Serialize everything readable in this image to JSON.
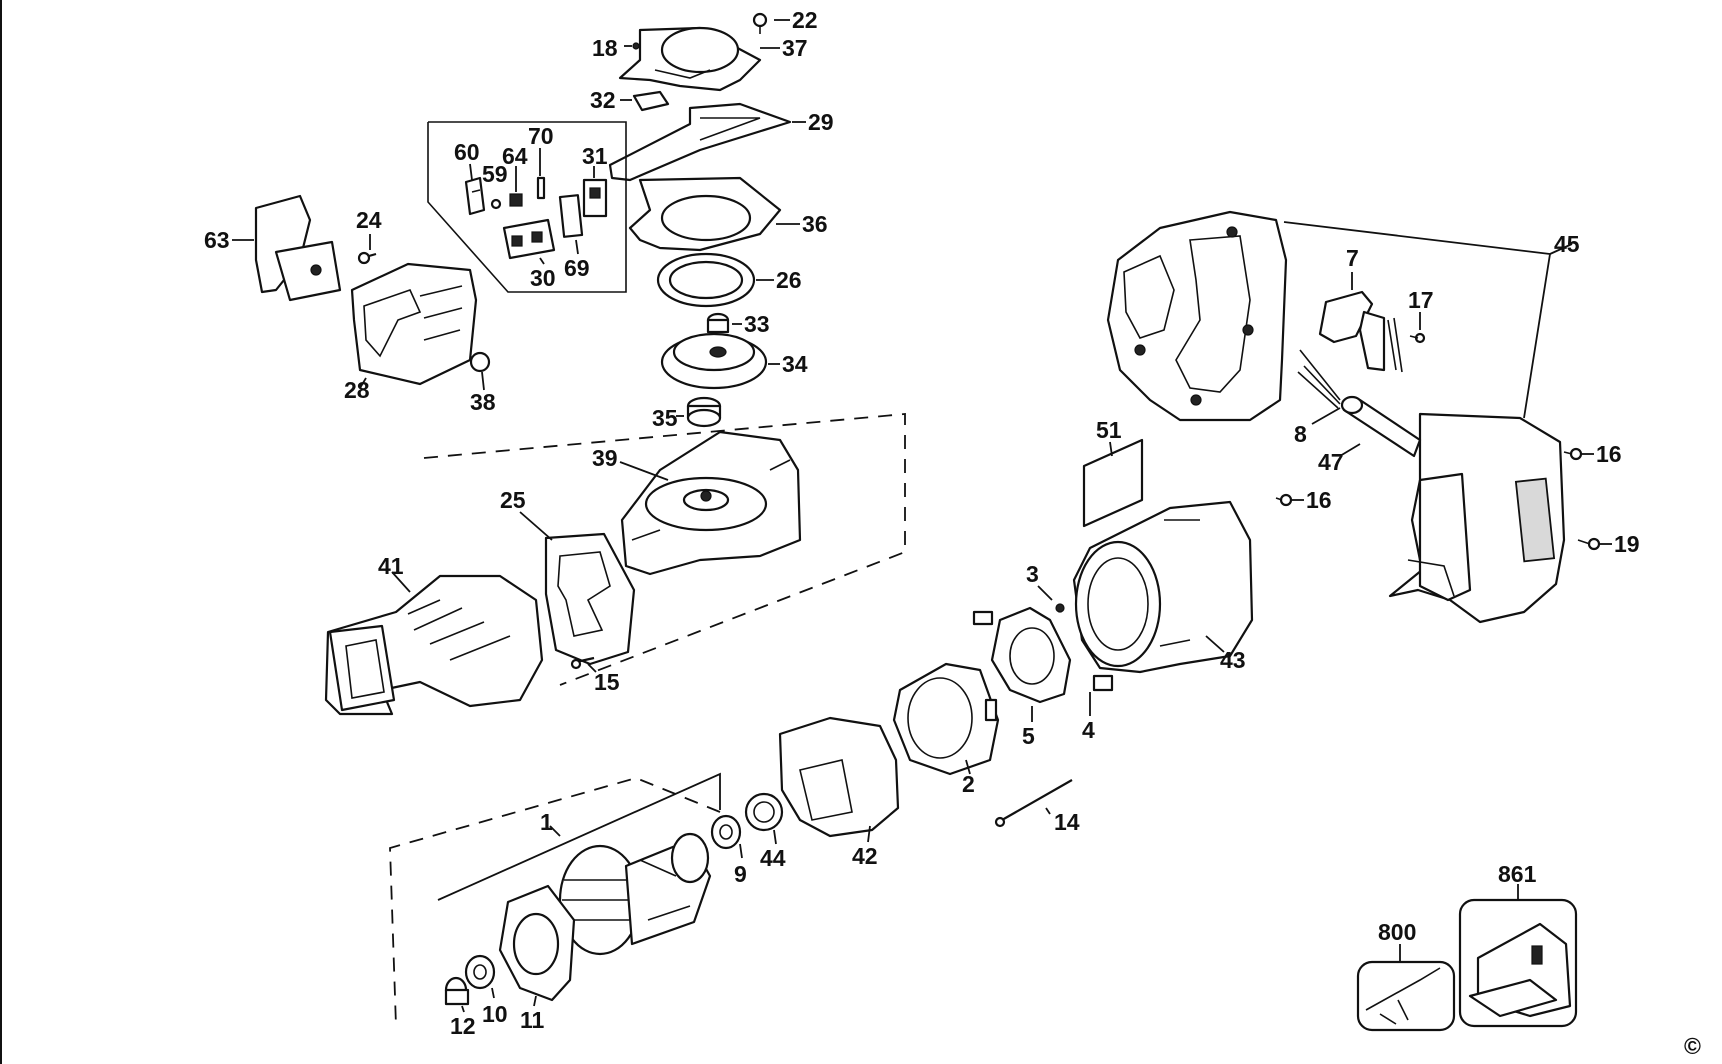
{
  "copyright_symbol": "©",
  "callouts": {
    "c1": "1",
    "c2": "2",
    "c3": "3",
    "c4": "4",
    "c5": "5",
    "c7": "7",
    "c8": "8",
    "c9": "9",
    "c10": "10",
    "c11": "11",
    "c12": "12",
    "c14": "14",
    "c15": "15",
    "c16a": "16",
    "c16b": "16",
    "c17": "17",
    "c18": "18",
    "c19": "19",
    "c22": "22",
    "c24": "24",
    "c25": "25",
    "c26": "26",
    "c28": "28",
    "c29": "29",
    "c30": "30",
    "c31": "31",
    "c32": "32",
    "c33": "33",
    "c34": "34",
    "c35": "35",
    "c36": "36",
    "c37": "37",
    "c38": "38",
    "c39": "39",
    "c41": "41",
    "c42": "42",
    "c43": "43",
    "c44": "44",
    "c45": "45",
    "c47": "47",
    "c51": "51",
    "c59": "59",
    "c60": "60",
    "c63": "63",
    "c64": "64",
    "c69": "69",
    "c70": "70",
    "c800": "800",
    "c861": "861"
  }
}
